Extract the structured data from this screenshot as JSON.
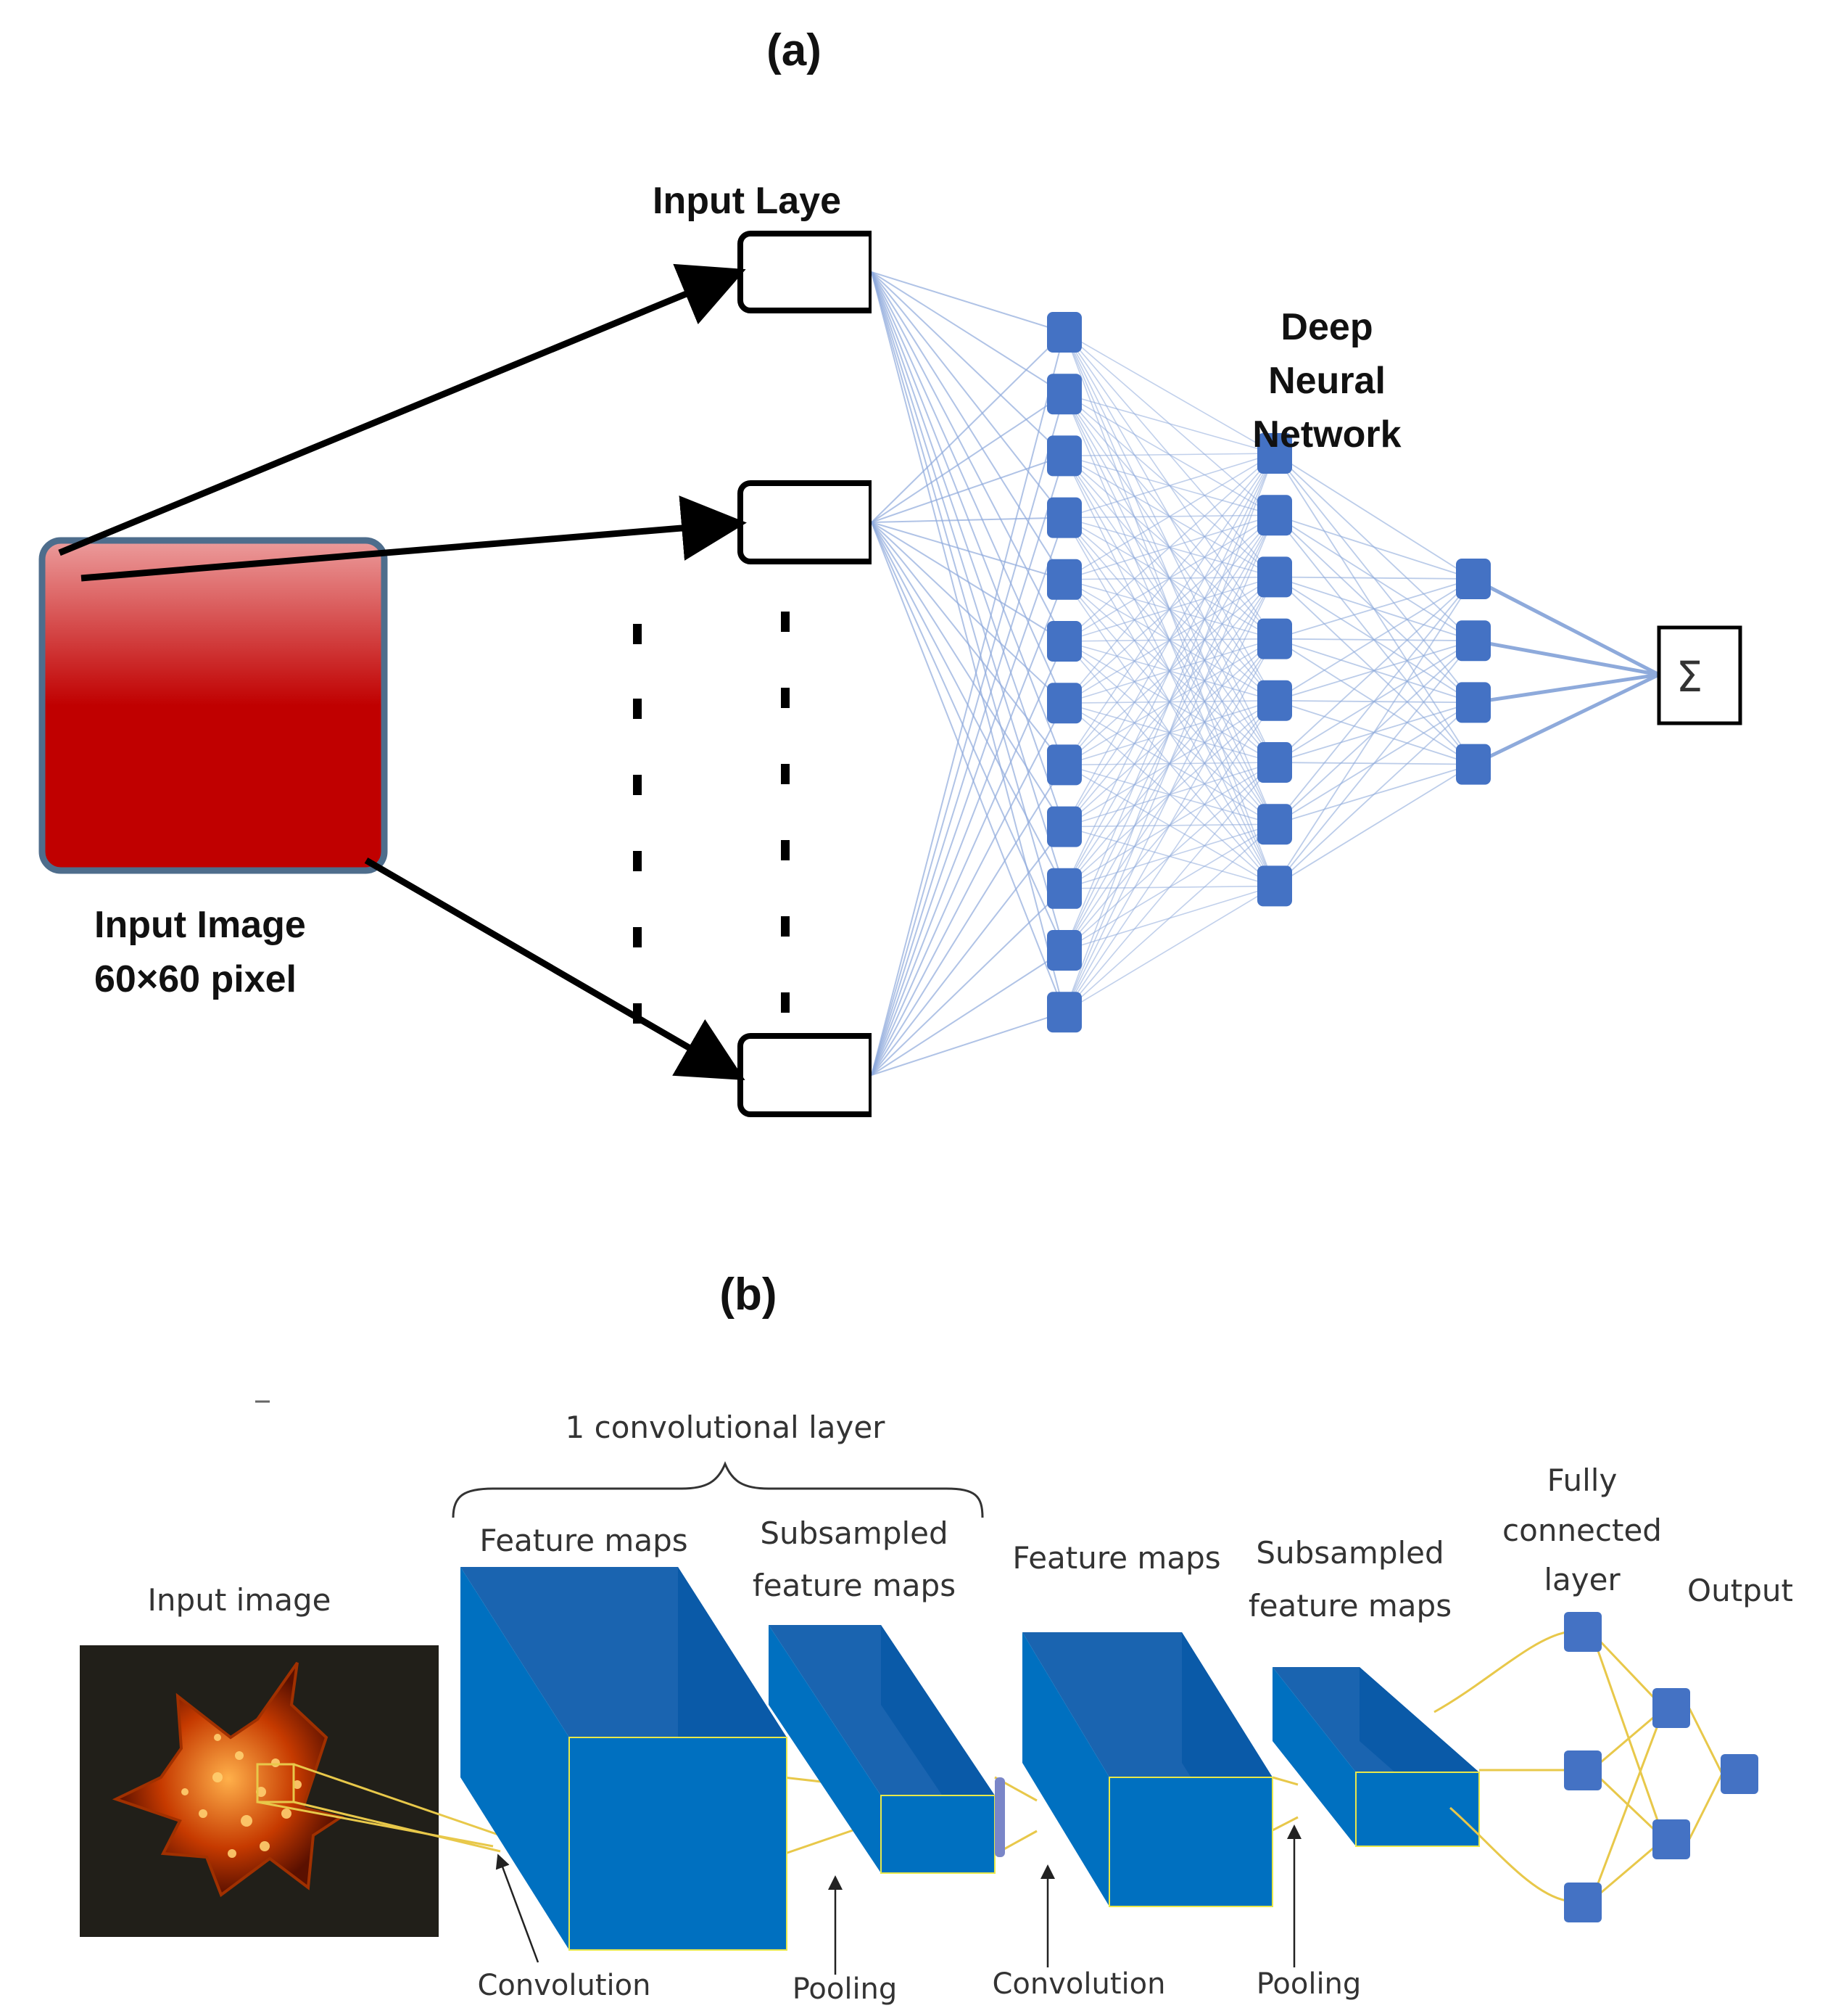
{
  "panel_a": {
    "label": "(a)",
    "input_image_label_1": "Input Image",
    "input_image_label_2": "60×60 pixel",
    "input_layer_label": "Input Laye",
    "dnn_label_1": "Deep",
    "dnn_label_2": "Neural",
    "dnn_label_3": "Network",
    "sum_symbol": "Σ",
    "layers": [
      {
        "name": "hidden-layer-1",
        "nodes": 12
      },
      {
        "name": "hidden-layer-2",
        "nodes": 8
      },
      {
        "name": "hidden-layer-3",
        "nodes": 4
      }
    ]
  },
  "panel_b": {
    "label": "(b)",
    "conv_layer_label": "1 convolutional layer",
    "input_image_label": "Input image",
    "feature_maps_1": "Feature maps",
    "subsampled_1_line1": "Subsampled",
    "subsampled_1_line2": "feature maps",
    "feature_maps_2": "Feature maps",
    "subsampled_2_line1": "Subsampled",
    "subsampled_2_line2": "feature maps",
    "fc_line1": "Fully",
    "fc_line2": "connected",
    "fc_line3": "layer",
    "output_label": "Output",
    "convolution_1": "Convolution",
    "pooling_1": "Pooling",
    "convolution_2": "Convolution",
    "pooling_2": "Pooling"
  },
  "colors": {
    "node_blue": "#4472c4",
    "edge_blue": "#8eaadb",
    "block_blue": "#0070c0",
    "input_red": "#c00000",
    "yellow_line": "#e8c84a"
  }
}
